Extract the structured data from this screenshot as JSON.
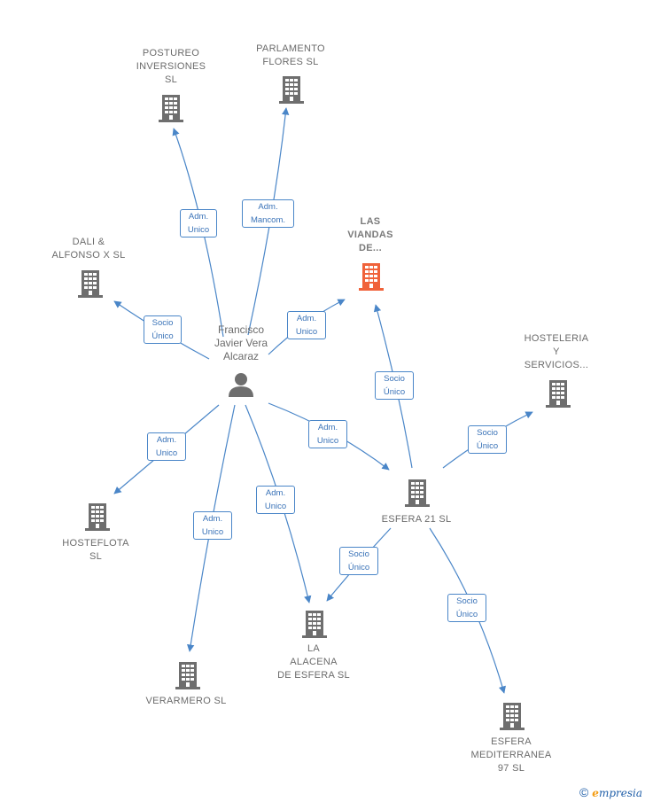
{
  "colors": {
    "edge": "#4a86c8",
    "building": "#6e6e6e",
    "building_focus": "#f0623a",
    "person": "#6e6e6e"
  },
  "person": {
    "name": "Francisco\nJavier Vera\nAlcaraz",
    "icon": "person-icon"
  },
  "companies": [
    {
      "id": "postureo",
      "label": "POSTUREO\nINVERSIONES\nSL"
    },
    {
      "id": "parlamento",
      "label": "PARLAMENTO\nFLORES  SL"
    },
    {
      "id": "viandas",
      "label": "LAS\nVIANDAS\nDE...",
      "focus": true
    },
    {
      "id": "dali",
      "label": "DALI &\nALFONSO X  SL"
    },
    {
      "id": "hosteleria",
      "label": "HOSTELERIA\nY\nSERVICIOS..."
    },
    {
      "id": "esfera21",
      "label": "ESFERA 21  SL"
    },
    {
      "id": "hosteflota",
      "label": "HOSTEFLOTA\nSL"
    },
    {
      "id": "alacena",
      "label": "LA\nALACENA\nDE ESFERA  SL"
    },
    {
      "id": "verarmero",
      "label": "VERARMERO SL"
    },
    {
      "id": "mediterranea",
      "label": "ESFERA\nMEDITERRANEA\n97  SL"
    }
  ],
  "relations": [
    {
      "id": "r1",
      "label": "Adm.\nUnico"
    },
    {
      "id": "r2",
      "label": "Adm.\nMancom."
    },
    {
      "id": "r3",
      "label": "Adm.\nUnico"
    },
    {
      "id": "r4",
      "label": "Socio\nÚnico"
    },
    {
      "id": "r5",
      "label": "Socio\nÚnico"
    },
    {
      "id": "r6",
      "label": "Socio\nÚnico"
    },
    {
      "id": "r7",
      "label": "Adm.\nUnico"
    },
    {
      "id": "r8",
      "label": "Adm.\nUnico"
    },
    {
      "id": "r9",
      "label": "Adm.\nUnico"
    },
    {
      "id": "r10",
      "label": "Socio\nÚnico"
    },
    {
      "id": "r11",
      "label": "Adm.\nUnico"
    },
    {
      "id": "r12",
      "label": "Socio\nÚnico"
    }
  ],
  "footer": {
    "copyright": "©",
    "brand_first": "e",
    "brand_rest": "mpresia"
  }
}
